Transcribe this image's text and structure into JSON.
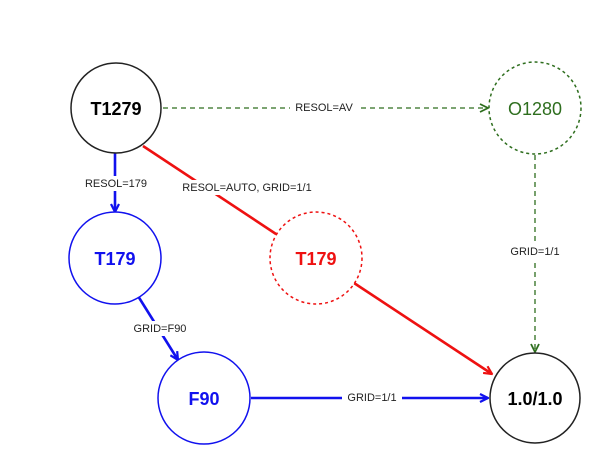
{
  "colors": {
    "black": "#222222",
    "blue": "#1111ee",
    "red": "#ee1111",
    "green": "#2e6e1e",
    "background": "#ffffff"
  },
  "nodes": {
    "t1279": {
      "label": "T1279",
      "color": "#222222",
      "style": "solid"
    },
    "o1280": {
      "label": "O1280",
      "color": "#2e6e1e",
      "style": "dotted"
    },
    "t179_blue": {
      "label": "T179",
      "color": "#1111ee",
      "style": "solid"
    },
    "t179_red": {
      "label": "T179",
      "color": "#ee1111",
      "style": "dotted"
    },
    "f90": {
      "label": "F90",
      "color": "#1111ee",
      "style": "solid"
    },
    "result": {
      "label": "1.0/1.0",
      "color": "#222222",
      "style": "solid"
    }
  },
  "edges": {
    "t1279_o1280": {
      "label": "RESOL=AV",
      "from": "T1279",
      "to": "O1280",
      "color": "#2e6e1e",
      "style": "dashed"
    },
    "t1279_t179": {
      "label": "RESOL=179",
      "from": "T1279",
      "to": "T179",
      "color": "#1111ee",
      "style": "solid"
    },
    "t1279_t179red": {
      "label": "RESOL=AUTO, GRID=1/1",
      "from": "T1279",
      "to": "T179",
      "color": "#ee1111",
      "style": "solid"
    },
    "t179_f90": {
      "label": "GRID=F90",
      "from": "T179",
      "to": "F90",
      "color": "#1111ee",
      "style": "solid"
    },
    "o1280_result": {
      "label": "GRID=1/1",
      "from": "O1280",
      "to": "1.0/1.0",
      "color": "#2e6e1e",
      "style": "dashed"
    },
    "t179red_result": {
      "label": "",
      "from": "T179",
      "to": "1.0/1.0",
      "color": "#ee1111",
      "style": "solid"
    },
    "f90_result": {
      "label": "GRID=1/1",
      "from": "F90",
      "to": "1.0/1.0",
      "color": "#1111ee",
      "style": "solid"
    }
  }
}
